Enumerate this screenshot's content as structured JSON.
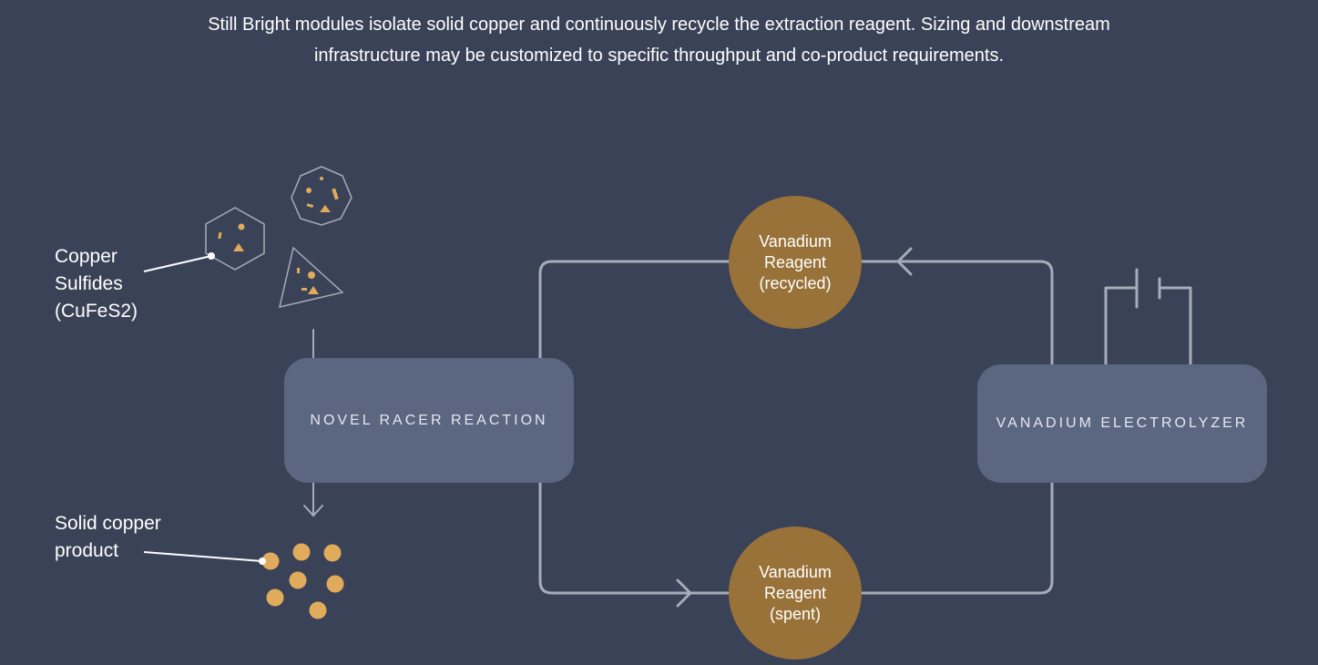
{
  "intro": {
    "line1": "Still Bright modules isolate solid copper and continuously recycle the extraction reagent. Sizing and downstream",
    "line2": "infrastructure may be customized to specific throughput and co-product requirements."
  },
  "labels": {
    "copper_sulfides": [
      "Copper",
      "Sulfides",
      "(CuFeS2)"
    ],
    "solid_copper": [
      "Solid copper",
      "product"
    ]
  },
  "nodes": {
    "reaction": "NOVEL RACER REACTION",
    "electrolyzer": "VANADIUM ELECTROLYZER",
    "reagent_recycled": [
      "Vanadium",
      "Reagent",
      "(recycled)"
    ],
    "reagent_spent": [
      "Vanadium",
      "Reagent",
      "(spent)"
    ]
  },
  "colors": {
    "background": "#3a4257",
    "box": "#5b6680",
    "reagent": "#997239",
    "particle": "#e0ac5c",
    "line": "#a7acb9"
  }
}
